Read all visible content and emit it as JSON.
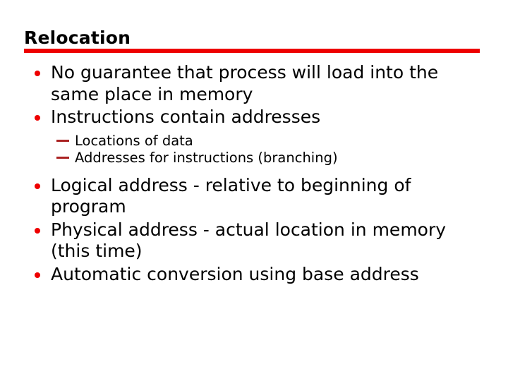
{
  "slide": {
    "title": "Relocation",
    "accent_color": "#ee0000",
    "bullet_color": "#ee0000",
    "dash_color": "#aa2222",
    "text_color": "#000000",
    "background_color": "#ffffff",
    "bullets": [
      {
        "level": 1,
        "text": "No guarantee that process will load into the same place in memory"
      },
      {
        "level": 1,
        "text": "Instructions contain addresses"
      },
      {
        "level": 2,
        "text": "Locations of data"
      },
      {
        "level": 2,
        "text": "Addresses for instructions (branching)"
      },
      {
        "level": 1,
        "text": "Logical address - relative to beginning of program"
      },
      {
        "level": 1,
        "text": "Physical address - actual location in memory (this time)"
      },
      {
        "level": 1,
        "text": "Automatic conversion using base address"
      }
    ]
  }
}
